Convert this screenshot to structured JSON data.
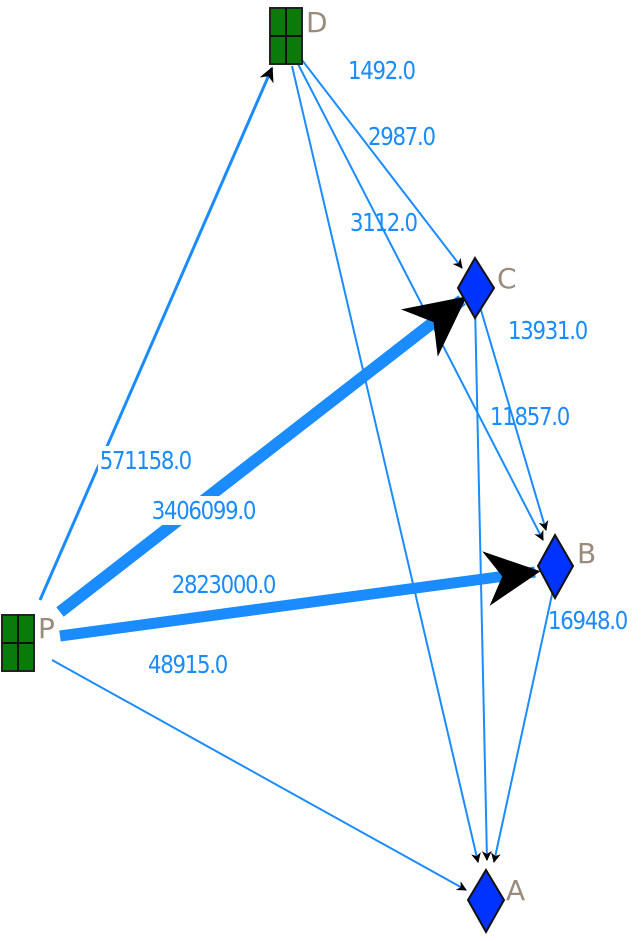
{
  "diagram": {
    "type": "directed-flow-graph",
    "nodes": [
      {
        "id": "P",
        "label": "P",
        "shape": "square-grid",
        "color": "#0a7a0a"
      },
      {
        "id": "D",
        "label": "D",
        "shape": "square-grid",
        "color": "#0a7a0a"
      },
      {
        "id": "C",
        "label": "C",
        "shape": "diamond",
        "color": "#0033ff"
      },
      {
        "id": "B",
        "label": "B",
        "shape": "diamond",
        "color": "#0033ff"
      },
      {
        "id": "A",
        "label": "A",
        "shape": "diamond",
        "color": "#0033ff"
      }
    ],
    "edges": [
      {
        "from": "P",
        "to": "D",
        "weight": "571158.0"
      },
      {
        "from": "P",
        "to": "C",
        "weight": "3406099.0"
      },
      {
        "from": "P",
        "to": "B",
        "weight": "2823000.0"
      },
      {
        "from": "P",
        "to": "A",
        "weight": "48915.0"
      },
      {
        "from": "D",
        "to": "A",
        "weight": "1492.0"
      },
      {
        "from": "D",
        "to": "B",
        "weight": "2987.0"
      },
      {
        "from": "D",
        "to": "C",
        "weight": "3112.0"
      },
      {
        "from": "C",
        "to": "B",
        "weight": "13931.0"
      },
      {
        "from": "C",
        "to": "A",
        "weight": "11857.0"
      },
      {
        "from": "B",
        "to": "A",
        "weight": "16948.0"
      }
    ],
    "edge_color": "#1a8cff",
    "label_color": "#1a8cff",
    "node_label_color": "#9a8c7c"
  }
}
